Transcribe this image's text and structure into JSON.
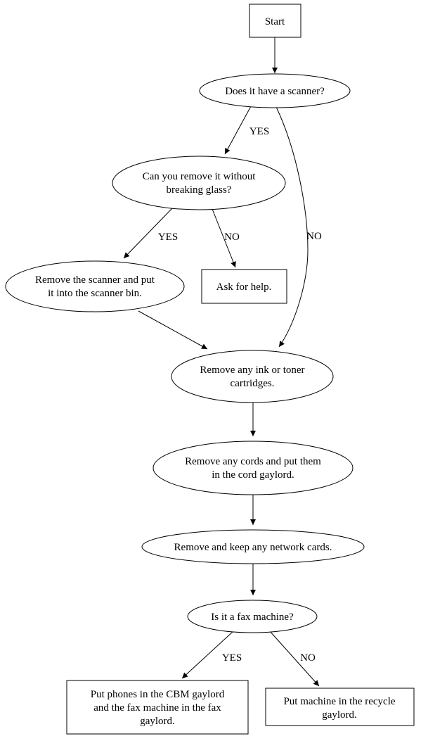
{
  "diagram": {
    "type": "flowchart",
    "background_color": "#ffffff",
    "line_color": "#000000",
    "text_color": "#000000",
    "nodes": {
      "start": {
        "shape": "box",
        "lines": [
          "Start"
        ]
      },
      "scanner_question": {
        "shape": "ellipse",
        "lines": [
          "Does it have a scanner?"
        ]
      },
      "remove_without_breaking_question": {
        "shape": "ellipse",
        "lines": [
          "Can you remove it without",
          "breaking glass?"
        ]
      },
      "remove_scanner": {
        "shape": "ellipse",
        "lines": [
          "Remove the scanner and put",
          "it into the scanner bin."
        ]
      },
      "ask_for_help": {
        "shape": "box",
        "lines": [
          "Ask for help."
        ]
      },
      "remove_ink": {
        "shape": "ellipse",
        "lines": [
          "Remove any ink or toner",
          "cartridges."
        ]
      },
      "remove_cords": {
        "shape": "ellipse",
        "lines": [
          "Remove any cords and put them",
          "in the cord gaylord."
        ]
      },
      "network_cards": {
        "shape": "ellipse",
        "lines": [
          "Remove and keep any network cards."
        ]
      },
      "fax_question": {
        "shape": "ellipse",
        "lines": [
          "Is it a fax machine?"
        ]
      },
      "phones_gaylord": {
        "shape": "box",
        "lines": [
          "Put phones in the CBM gaylord",
          "and the fax machine in the fax",
          "gaylord."
        ]
      },
      "recycle_gaylord": {
        "shape": "box",
        "lines": [
          "Put machine in the recycle",
          "gaylord."
        ]
      }
    },
    "edge_labels": {
      "scanner_yes": "YES",
      "scanner_no": "NO",
      "glass_yes": "YES",
      "glass_no": "NO",
      "fax_yes": "YES",
      "fax_no": "NO"
    }
  }
}
